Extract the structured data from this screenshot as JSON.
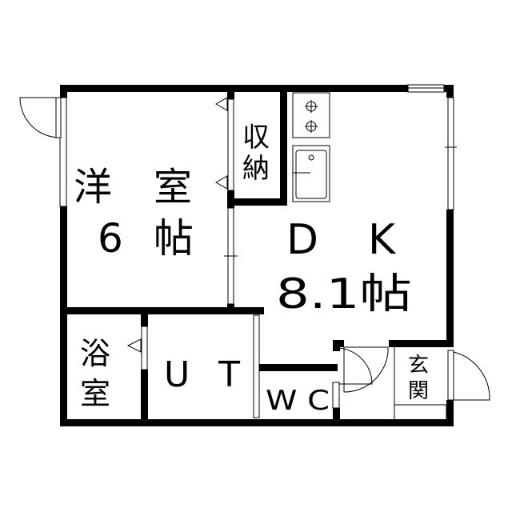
{
  "rooms": {
    "western_room": {
      "name_a": "洋",
      "name_b": "室",
      "size_a": "6",
      "size_b": "帖"
    },
    "closet": {
      "name_a": "収",
      "name_b": "納"
    },
    "dk": {
      "name_a": "D",
      "name_b": "K",
      "size": "8.1帖"
    },
    "bath": {
      "name_a": "浴",
      "name_b": "室"
    },
    "ut": {
      "name": "U T"
    },
    "wc": {
      "name": "W C"
    },
    "entrance": {
      "name_a": "玄",
      "name_b": "関"
    }
  },
  "colors": {
    "wall": "#000000",
    "background": "#ffffff"
  }
}
